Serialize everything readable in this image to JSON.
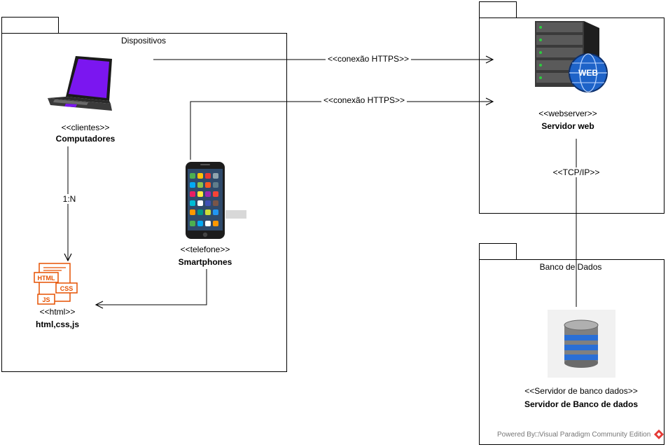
{
  "packages": {
    "dispositivos": {
      "title": "Dispositivos"
    },
    "webserver": {
      "title": ""
    },
    "banco": {
      "title": "Banco de Dados"
    }
  },
  "nodes": {
    "computadores": {
      "stereotype": "<<clientes>>",
      "name": "Computadores",
      "icon": "laptop-icon"
    },
    "smartphones": {
      "stereotype": "<<telefone>>",
      "name": "Smartphones",
      "icon": "smartphone-icon"
    },
    "html": {
      "stereotype": "<<html>>",
      "name": "html,css,js",
      "icon": "html-css-js-icon"
    },
    "servidor_web": {
      "stereotype": "<<webserver>>",
      "name": "Servidor web",
      "icon": "web-server-icon"
    },
    "servidor_bd": {
      "stereotype": "<<Servidor de banco dados>>",
      "name": "Servidor de Banco de dados",
      "icon": "database-icon"
    }
  },
  "connectors": {
    "https1": "<<conexão HTTPS>>",
    "https2": "<<conexão HTTPS>>",
    "tcp": "<<TCP/IP>>",
    "multiplicity": "1:N"
  },
  "icon_text": {
    "html": "HTML",
    "css": "CSS",
    "js": "JS",
    "web": "WEB"
  },
  "footer": "Powered By□Visual Paradigm Community Edition"
}
